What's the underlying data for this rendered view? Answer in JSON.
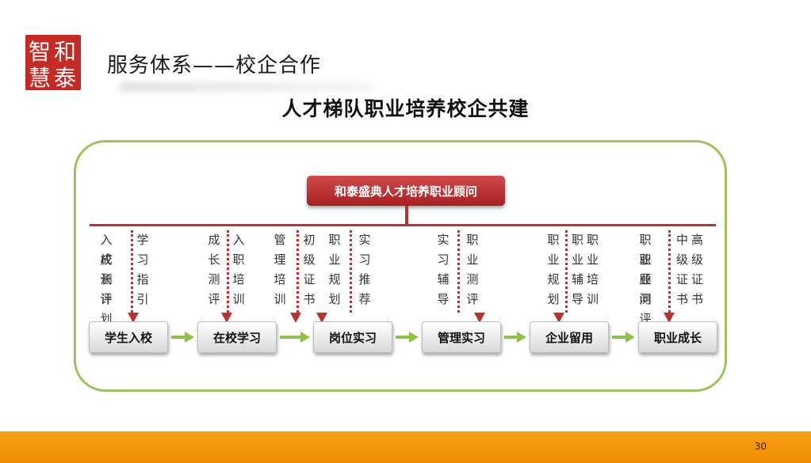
{
  "slide": {
    "title": "服务体系——校企合作",
    "subtitle": "人才梯队职业培养校企共建",
    "page_number": "30"
  },
  "logo": {
    "chars": [
      "智",
      "和",
      "慧",
      "泰"
    ],
    "color": "#c62a24"
  },
  "diagram": {
    "header": "和泰盛典人才培养职业顾问",
    "stages": [
      "学生入校",
      "在校学习",
      "岗位实习",
      "管理实习",
      "企业留用",
      "职业成长"
    ],
    "activities": [
      [
        "入成",
        "校长",
        "测计",
        "评划"
      ],
      [
        "学",
        "习",
        "指",
        "引"
      ],
      [
        "成",
        "长",
        "测",
        "评"
      ],
      [
        "入",
        "职",
        "培",
        "训"
      ],
      [
        "管",
        "理",
        "培",
        "训"
      ],
      [
        "初",
        "级",
        "证",
        "书"
      ],
      [
        "职",
        "业",
        "规",
        "划"
      ],
      [
        "实",
        "习",
        "推",
        "荐"
      ],
      [
        "实",
        "习",
        "辅",
        "导"
      ],
      [
        "职",
        "业",
        "测",
        "评"
      ],
      [
        "职",
        "业",
        "规",
        "划"
      ],
      [
        "职职",
        "业业",
        "辅培",
        "导训"
      ],
      [
        "职职",
        "业业",
        "顾测",
        "问评"
      ],
      [
        "中高",
        "级级",
        "证证",
        "书书"
      ]
    ],
    "colors": {
      "line": "#b83232",
      "frame": "#9dc15f",
      "flow_arrow": "#8ec04a"
    }
  }
}
